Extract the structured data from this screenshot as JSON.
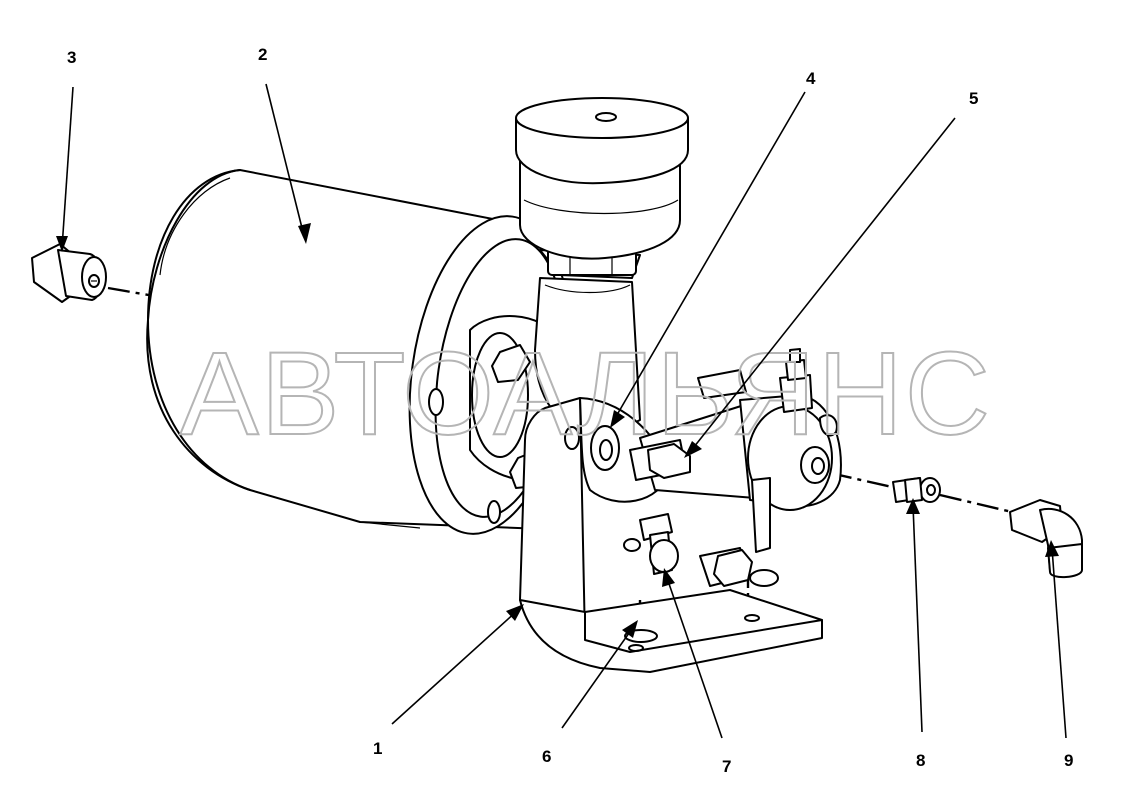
{
  "watermark": "АВТОАЛЬЯНС",
  "callouts": [
    {
      "id": "1",
      "label": "1"
    },
    {
      "id": "2",
      "label": "2"
    },
    {
      "id": "3",
      "label": "3"
    },
    {
      "id": "4",
      "label": "4"
    },
    {
      "id": "5",
      "label": "5"
    },
    {
      "id": "6",
      "label": "6"
    },
    {
      "id": "7",
      "label": "7"
    },
    {
      "id": "8",
      "label": "8"
    },
    {
      "id": "9",
      "label": "9"
    }
  ]
}
